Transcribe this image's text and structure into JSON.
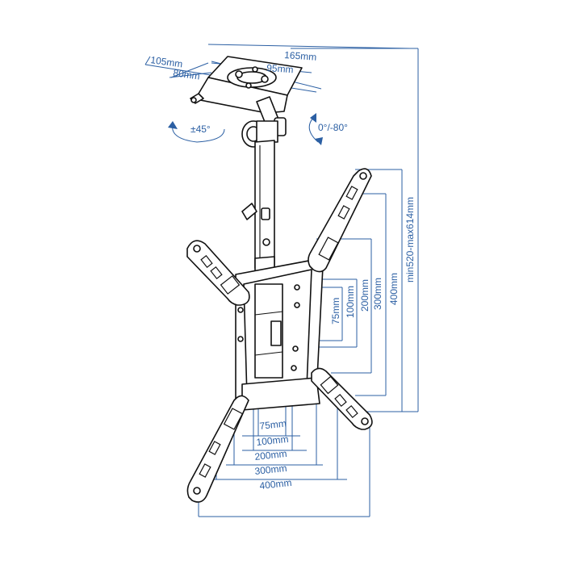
{
  "diagram": {
    "colors": {
      "dimension": "#2b5fa3",
      "outline": "#111111",
      "background": "#ffffff"
    },
    "labels": {
      "mount_depth": "105mm",
      "mount_width": "165mm",
      "inner_depth": "80mm",
      "inner_width": "95mm",
      "swivel": "±45°",
      "tilt": "0°/-80°",
      "height_range": "min520-max614mm",
      "v75": "75mm",
      "v100": "100mm",
      "v200": "200mm",
      "v300": "300mm",
      "v400": "400mm",
      "h75": "75mm",
      "h100": "100mm",
      "h200": "200mm",
      "h300": "300mm",
      "h400": "400mm"
    }
  }
}
